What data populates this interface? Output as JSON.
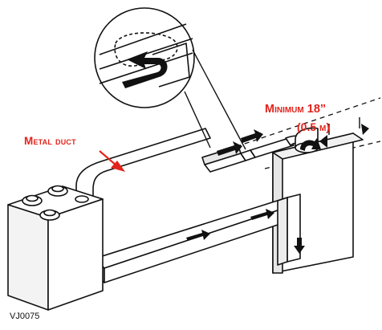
{
  "labels": {
    "metal_duct": "Metal duct",
    "minimum": "Minimum 18”",
    "minimum_metric": "(0.5 m)"
  },
  "figure_code": "VJ0075",
  "colors": {
    "callout": "#e3231b",
    "line": "#111111",
    "fill": "#ffffff"
  },
  "icons": [
    "airflow-arrow-icon",
    "callout-arrow-icon",
    "dimension-arrow-icon"
  ]
}
